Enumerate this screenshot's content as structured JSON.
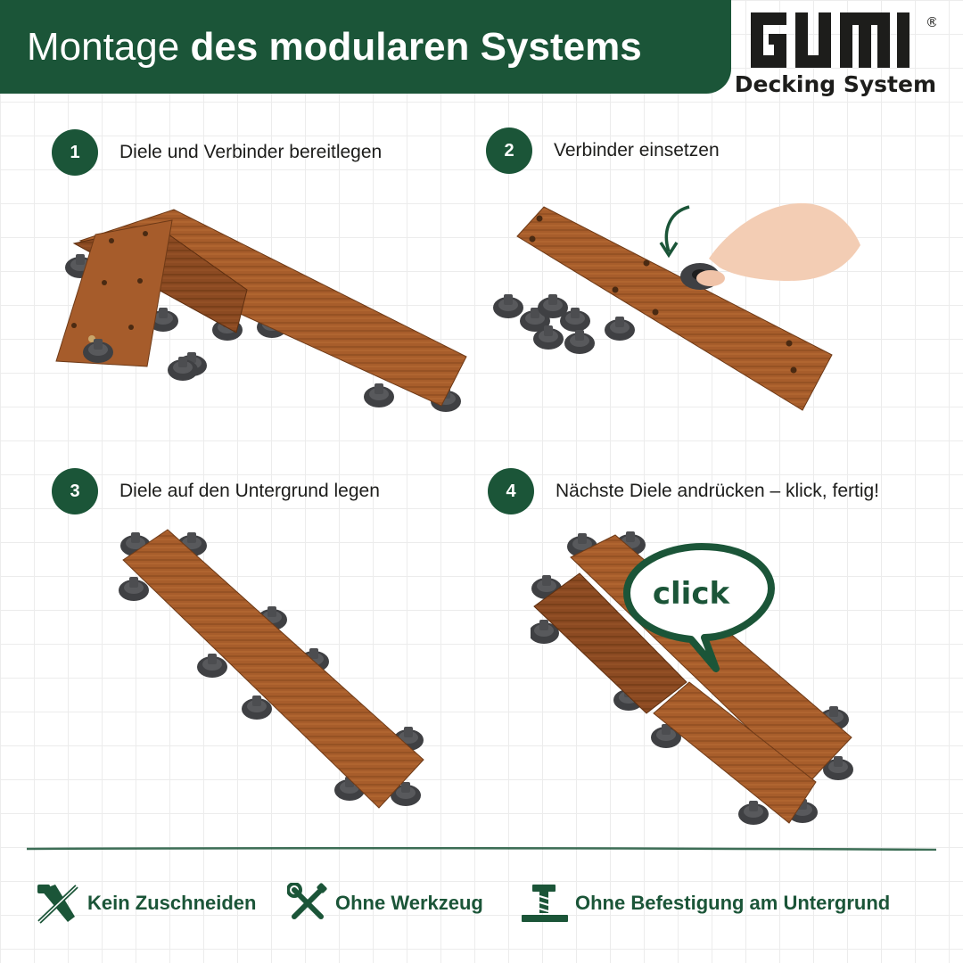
{
  "header": {
    "title_light": "Montage",
    "title_bold": "des modularen Systems"
  },
  "logo": {
    "word": "GUMI",
    "registered": "®",
    "subtitle": "Decking System"
  },
  "steps": [
    {
      "number": "1",
      "text": "Diele und Verbinder bereitlegen"
    },
    {
      "number": "2",
      "text": "Verbinder einsetzen"
    },
    {
      "number": "3",
      "text": "Diele auf den Untergrund legen"
    },
    {
      "number": "4",
      "text": "Nächste Diele andrücken – klick, fertig!"
    }
  ],
  "click_bubble": "click",
  "features": [
    {
      "icon": "no-saw-icon",
      "label": "Kein Zuschneiden"
    },
    {
      "icon": "no-tools-icon",
      "label": "Ohne Werkzeug"
    },
    {
      "icon": "no-screw-icon",
      "label": "Ohne Befestigung am Untergrund"
    }
  ],
  "colors": {
    "brand_green": "#1b5538",
    "wood": "#a25a2a",
    "connector": "#4a4b4e"
  }
}
